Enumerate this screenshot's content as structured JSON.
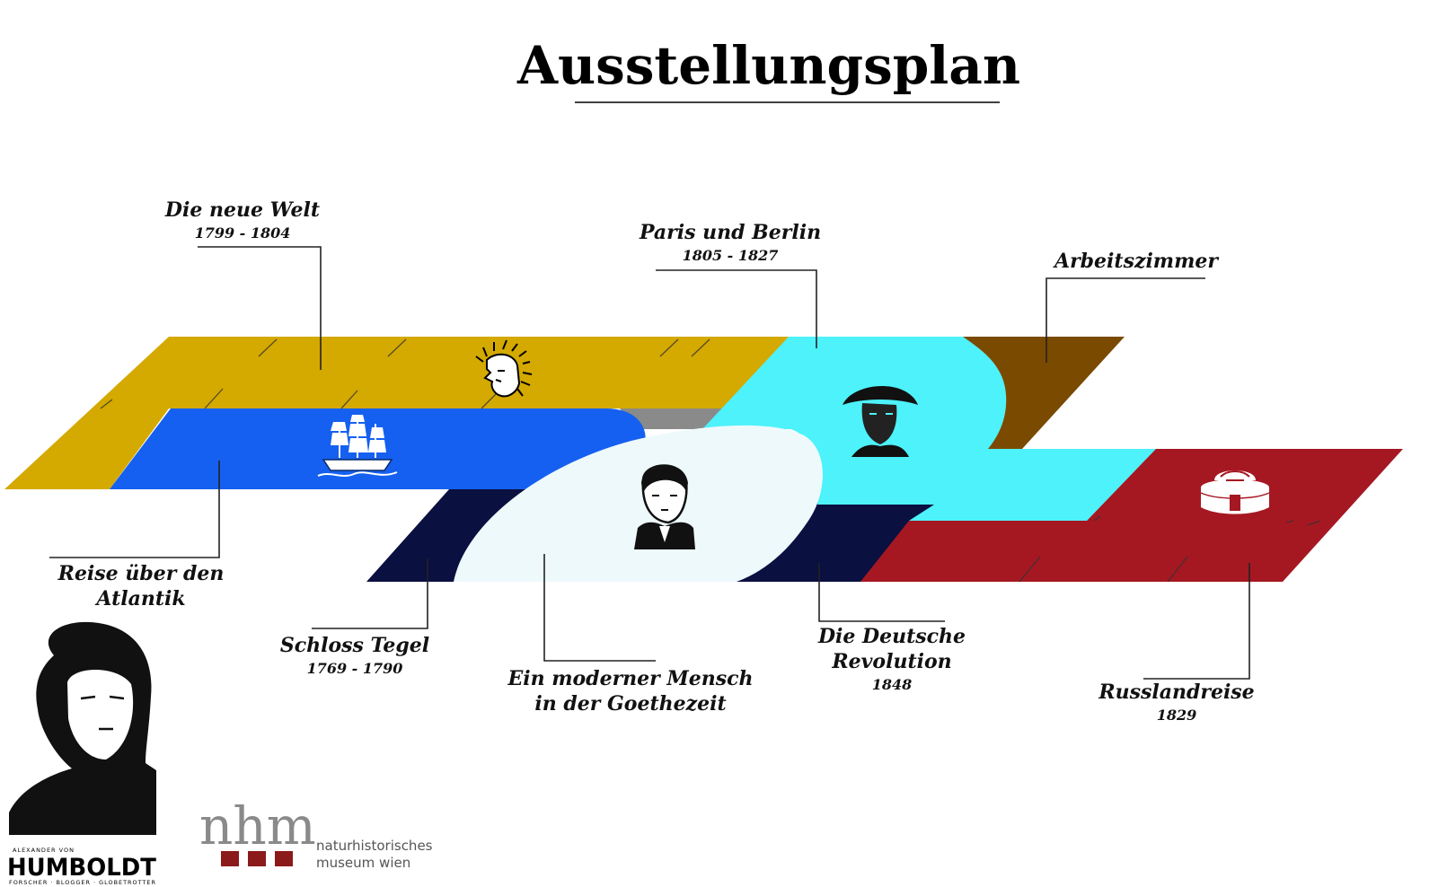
{
  "title": "Ausstellungsplan",
  "colors": {
    "neue_welt": "#d4a900",
    "atlantik": "#1560f0",
    "corridor": "#8a8a8a",
    "paris_berlin": "#4df2fa",
    "arbeitszimmer": "#7a4a00",
    "tegel": "#0a1040",
    "goethezeit": "#eef9fc",
    "revolution": "#0a1040",
    "russland": "#a51822"
  },
  "rooms": [
    {
      "id": "neue_welt",
      "label": "Die neue Welt",
      "years": "1799 - 1804",
      "icon": "native-headdress-icon"
    },
    {
      "id": "atlantik",
      "label_line1": "Reise über den",
      "label_line2": "Atlantik",
      "icon": "sailing-ship-icon"
    },
    {
      "id": "paris_berlin",
      "label": "Paris und Berlin",
      "years": "1805 - 1827",
      "icon": "napoleon-portrait-icon"
    },
    {
      "id": "arbeitszimmer",
      "label": "Arbeitszimmer"
    },
    {
      "id": "tegel",
      "label": "Schloss Tegel",
      "years": "1769 - 1790"
    },
    {
      "id": "goethezeit",
      "label_line1": "Ein moderner Mensch",
      "label_line2": "in der Goethezeit",
      "icon": "humboldt-portrait-icon"
    },
    {
      "id": "revolution",
      "label_line1": "Die Deutsche",
      "label_line2": "Revolution",
      "years": "1848"
    },
    {
      "id": "russland",
      "label": "Russlandreise",
      "years": "1829",
      "icon": "yurt-icon"
    }
  ],
  "logos": {
    "humboldt": {
      "top": "ALEXANDER VON",
      "name": "HUMBOLDT",
      "tagline": "FORSCHER · BLOGGER · GLOBETROTTER"
    },
    "nhm": {
      "mark": "nhm",
      "line1": "naturhistorisches",
      "line2": "museum wien"
    }
  }
}
